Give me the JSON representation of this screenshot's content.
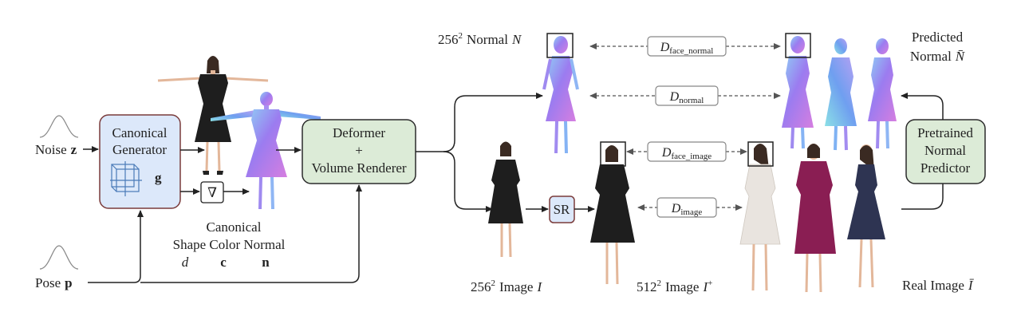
{
  "inputs": {
    "noise_label": "Noise",
    "noise_symbol": "z",
    "pose_label": "Pose",
    "pose_symbol": "p"
  },
  "generator": {
    "line1": "Canonical",
    "line2": "Generator",
    "symbol": "g"
  },
  "gradient_op": "∇",
  "canonical_caption": {
    "line1": "Canonical",
    "line2": "Shape Color Normal",
    "sym_d": "d",
    "sym_c": "c",
    "sym_n": "n"
  },
  "deformer": {
    "line1": "Deformer",
    "line2": "+",
    "line3": "Volume Renderer"
  },
  "sr_label": "SR",
  "predictor": {
    "line1": "Pretrained",
    "line2": "Normal",
    "line3": "Predictor"
  },
  "labels": {
    "normal_256": "256",
    "normal_256_exp": "2",
    "normal_256_text": "Normal",
    "normal_256_sym": "N",
    "image_256": "256",
    "image_256_exp": "2",
    "image_256_text": "Image",
    "image_256_sym": "I",
    "image_512": "512",
    "image_512_exp": "2",
    "image_512_text": "Image",
    "image_512_sym": "I",
    "image_512_sup": "+",
    "predicted_line1": "Predicted",
    "predicted_line2": "Normal",
    "predicted_sym": "N̄",
    "real_image": "Real Image",
    "real_sym": "Ī"
  },
  "discriminators": {
    "face_normal": {
      "base": "D",
      "sub": "face_normal"
    },
    "normal": {
      "base": "D",
      "sub": "normal"
    },
    "face_image": {
      "base": "D",
      "sub": "face_image"
    },
    "image": {
      "base": "D",
      "sub": "image"
    }
  },
  "colors": {
    "generator_fill": "#dce8fa",
    "generator_stroke": "#7a3b3b",
    "deformer_fill": "#dcebd7",
    "predictor_fill": "#dcebd7",
    "box_stroke": "#2b2b2b",
    "sr_fill": "#dce8fa",
    "normal_body": "#a38cf0",
    "normal_body_alt": "#7fb2f3",
    "dress_black": "#1e1e1e",
    "dress_white": "#e9e4df",
    "dress_magenta": "#8a1e53",
    "dress_navy": "#2e3452",
    "skin": "#e3b79a",
    "hair": "#3a2a22"
  }
}
